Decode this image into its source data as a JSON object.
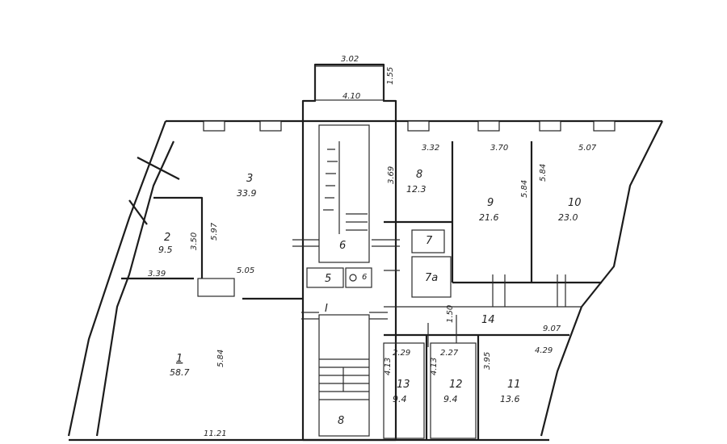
{
  "plan": {
    "top_dims": {
      "width": "3.02",
      "depth": "1.55",
      "inner": "4.10"
    },
    "rooms": [
      {
        "id": "r1",
        "number": "1",
        "area": "58.7"
      },
      {
        "id": "r2",
        "number": "2",
        "area": "9.5"
      },
      {
        "id": "r3",
        "number": "3",
        "area": "33.9"
      },
      {
        "id": "r8",
        "number": "8",
        "area": "12.3"
      },
      {
        "id": "r9",
        "number": "9",
        "area": "21.6"
      },
      {
        "id": "r10",
        "number": "10",
        "area": "23.0"
      },
      {
        "id": "r11",
        "number": "11",
        "area": "13.6"
      },
      {
        "id": "r12",
        "number": "12",
        "area": "9.4"
      },
      {
        "id": "r13",
        "number": "13",
        "area": "9.4"
      }
    ],
    "labels": {
      "room5": "5",
      "room6": "6",
      "room6b": "6",
      "room7": "7",
      "room7a": "7a",
      "stair_I": "I",
      "room14": "14",
      "stair_bottom": "8"
    },
    "dimensions": {
      "d_332": "3.32",
      "d_370": "3.70",
      "d_507": "5.07",
      "d_369": "3.69",
      "d_584a": "5.84",
      "d_584b": "5.84",
      "d_350": "3.50",
      "d_597": "5.97",
      "d_339": "3.39",
      "d_505": "5.05",
      "d_584c": "5.84",
      "d_1121": "11.21",
      "d_150": "1.50",
      "d_907": "9.07",
      "d_229": "2.29",
      "d_227": "2.27",
      "d_395": "3.95",
      "d_429": "4.29",
      "d_413a": "4.13",
      "d_413b": "4.13"
    }
  }
}
